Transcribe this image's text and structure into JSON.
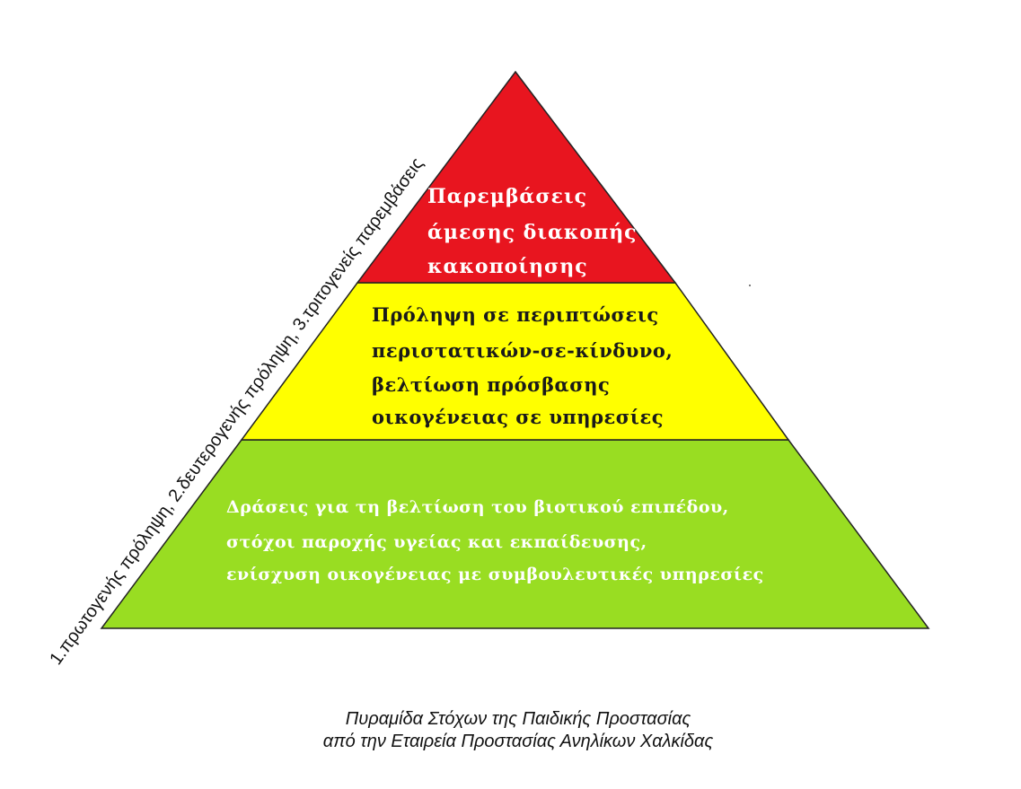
{
  "pyramid": {
    "side_label": "1.πρωτογενής πρόληψη, 2.δευτερογενής πρόληψη, 3.τριτογενείς παρεμβάσεις",
    "tiers": [
      {
        "level": "top",
        "color": "#e8151f",
        "text_color": "#ffffff",
        "lines": [
          "Παρεμβάσεις",
          "άμεσης διακοπής",
          "κακοποίησης"
        ]
      },
      {
        "level": "middle",
        "color": "#ffff00",
        "text_color": "#1a1a1a",
        "lines": [
          "Πρόληψη σε περιπτώσεις",
          "περιστατικών-σε-κίνδυνο,",
          "βελτίωση πρόσβασης",
          "οικογένειας σε υπηρεσίες"
        ]
      },
      {
        "level": "bottom",
        "color": "#99dd22",
        "text_color": "#ffffff",
        "lines": [
          "Δράσεις για τη βελτίωση του βιοτικού επιπέδου,",
          "στόχοι παροχής υγείας και εκπαίδευσης,",
          "ενίσχυση οικογένειας με συμβουλευτικές υπηρεσίες"
        ]
      }
    ]
  },
  "caption": {
    "line1": "Πυραμίδα Στόχων της Παιδικής Προστασίας",
    "line2": "από την Εταιρεία Προστασίας Ανηλίκων Χαλκίδας"
  }
}
